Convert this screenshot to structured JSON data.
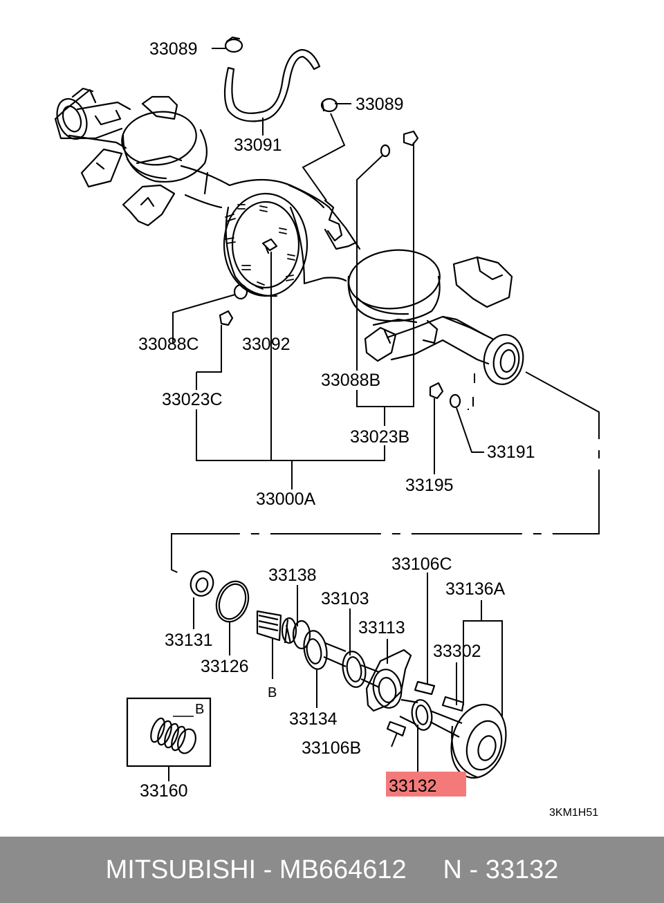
{
  "parts": {
    "p33089a": "33089",
    "p33089b": "33089",
    "p33091": "33091",
    "p33088C": "33088C",
    "p33092": "33092",
    "p33023C": "33023C",
    "p33088B": "33088B",
    "p33023B": "33023B",
    "p33191": "33191",
    "p33195": "33195",
    "p33000A": "33000A",
    "p33138": "33138",
    "p33106C": "33106C",
    "p33103": "33103",
    "p33136A": "33136A",
    "p33113": "33113",
    "p33302": "33302",
    "p33131": "33131",
    "p33126": "33126",
    "p33134": "33134",
    "p33106B": "33106B",
    "p33132": "33132",
    "p33160": "33160",
    "refB": "B",
    "boxB": "B"
  },
  "diagram_code": "3KM1H51",
  "highlight_color": "#f47a7a",
  "footer": {
    "brand": "MITSUBISHI",
    "part_number": "MB664612",
    "ref": "N - 33132",
    "separator": " - ",
    "gap": "     "
  }
}
